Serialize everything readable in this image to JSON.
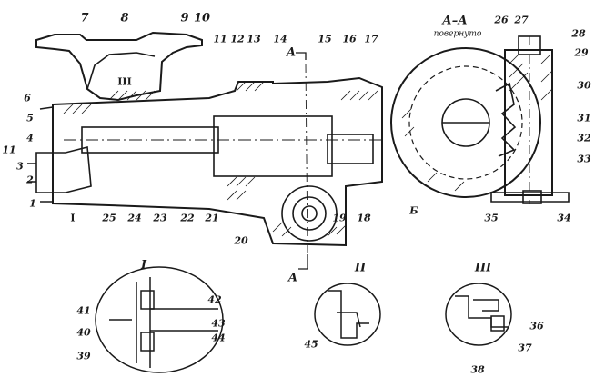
{
  "figure": {
    "ink_color": "#1a1a1a",
    "section_heading": "А–А",
    "section_note": "повернуто",
    "section_marker": "А",
    "marker_b": "Б",
    "detail_I": "I",
    "detail_II": "II",
    "detail_III": "III",
    "callouts": [
      "1",
      "2",
      "3",
      "4",
      "5",
      "6",
      "7",
      "8",
      "9",
      "10",
      "11",
      "12",
      "13",
      "14",
      "15",
      "16",
      "17",
      "18",
      "19",
      "20",
      "21",
      "22",
      "23",
      "24",
      "25",
      "26",
      "27",
      "28",
      "29",
      "30",
      "31",
      "32",
      "33",
      "34",
      "35",
      "36",
      "37",
      "38",
      "39",
      "40",
      "41",
      "42",
      "43",
      "44",
      "45"
    ],
    "callout_11_left": "11",
    "inline_roman_III": "III",
    "inline_roman_I": "I"
  }
}
